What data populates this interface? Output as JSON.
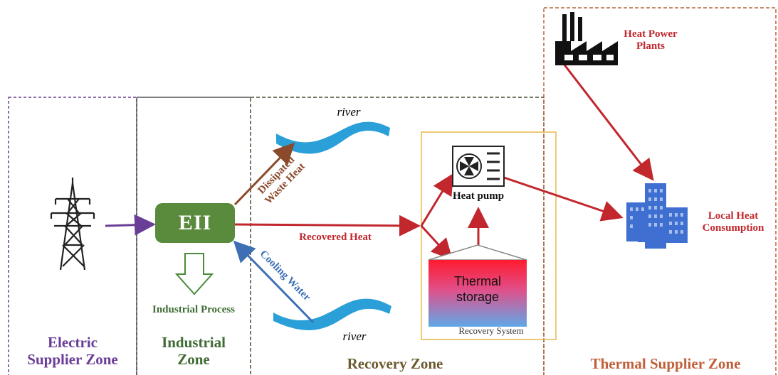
{
  "colors": {
    "electric": "#6a3d97",
    "industrial": "#3e6b34",
    "recovery": "#6b5a2e",
    "thermal": "#c0603a",
    "heat_arrow": "#c1272d",
    "waste_arrow": "#8b4a2b",
    "cooling_arrow": "#3e6fb5",
    "eii_box": "#5a8a3c",
    "river": "#2a9fd8",
    "building": "#3f6fd1",
    "frame_yellow": "#e8b84a"
  },
  "zones": {
    "electric": "Electric\nSupplier Zone",
    "industrial": "Industrial\nZone",
    "recovery": "Recovery Zone",
    "thermal": "Thermal Supplier Zone"
  },
  "nodes": {
    "eii": "EII",
    "industrial_process": "Industrial Process",
    "river_top": "river",
    "river_bottom": "river",
    "heat_pump": "Heat pump",
    "thermal_storage": "Thermal\nstorage",
    "recovery_system": "Recovery System",
    "heat_power_plants": "Heat Power\nPlants",
    "local_heat": "Local Heat\nConsumption"
  },
  "flows": {
    "dissipated": "Dissipated\nWaste Heat",
    "recovered": "Recovered Heat",
    "cooling": "Cooling Water"
  },
  "icons": [
    "power-pylon-icon",
    "factory-icon",
    "building-icon",
    "fan-icon",
    "river-icon"
  ]
}
